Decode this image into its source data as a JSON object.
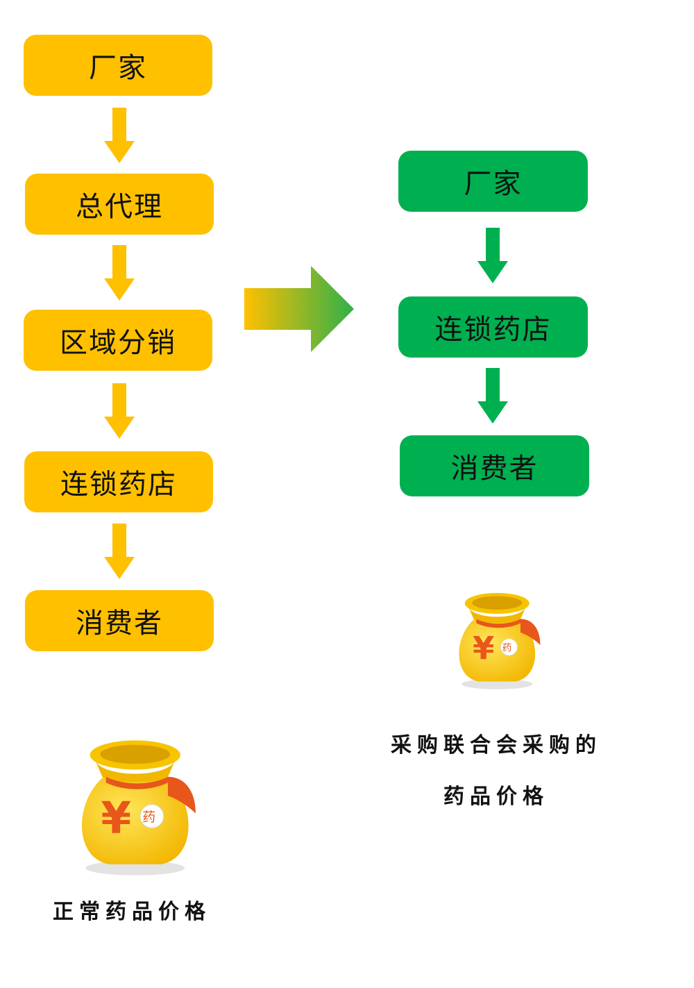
{
  "left_chain": [
    "厂家",
    "总代理",
    "区域分销",
    "连锁药店",
    "消费者"
  ],
  "right_chain": [
    "厂家",
    "连锁药店",
    "消费者"
  ],
  "bag_tag": "药",
  "left_caption": "正常药品价格",
  "right_caption_line1": "采购联合会采购的",
  "right_caption_line2": "药品价格",
  "colors": {
    "yellow": "#ffc000",
    "green": "#00b050",
    "arrow_yellow": "#ffc000",
    "arrow_green": "#00b050"
  }
}
